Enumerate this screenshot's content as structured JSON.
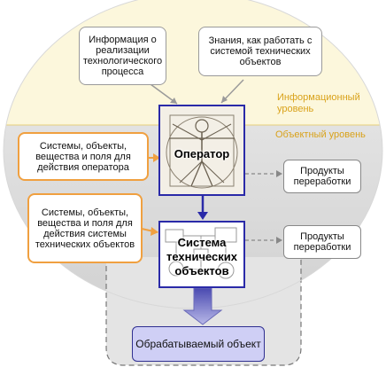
{
  "levels": {
    "info": "Информационный уровень",
    "object": "Объектный уровень"
  },
  "top_left_box": "Информация о реализации технологического процесса",
  "top_right_box": "Знания, как работать с системой технических объектов",
  "left_box_1": "Системы, объекты, вещества и поля для действия оператора",
  "left_box_2": "Системы, объекты, вещества и поля для действия системы технических объектов",
  "operator": "Оператор",
  "system": "Система технических объектов",
  "product_1": "Продукты переработки",
  "product_2": "Продукты переработки",
  "processed_object": "Обрабатываемый объект",
  "colors": {
    "info_band": "#fcf7dc",
    "object_band": "#dcdcdc",
    "level_text": "#d9a21a",
    "center_border": "#2a2aa8",
    "orange_border": "#f0a040"
  }
}
